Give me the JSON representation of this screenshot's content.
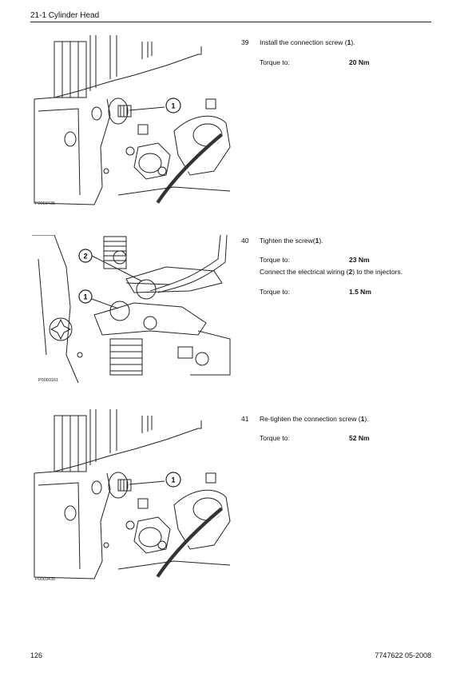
{
  "header": {
    "title": "21-1 Cylinder Head"
  },
  "figures": [
    {
      "id": "P0003435",
      "callouts": [
        "1"
      ]
    },
    {
      "id": "P0003161",
      "callouts": [
        "2",
        "1"
      ]
    },
    {
      "id": "P0003435",
      "callouts": [
        "1"
      ]
    }
  ],
  "steps": [
    {
      "number": "39",
      "text_before": "Install the connection screw (",
      "ref": "1",
      "text_after": ").",
      "torque_label": "Torque to:",
      "torque_value": "20 Nm"
    },
    {
      "number": "40",
      "text_before": "Tighten the screw(",
      "ref": "1",
      "text_after": ").",
      "torque_label": "Torque to:",
      "torque_value": "23 Nm",
      "note_before": "Connect the electrical wiring (",
      "note_ref": "2",
      "note_after": ") to the injectors.",
      "torque_label_2": "Torque to:",
      "torque_value_2": "1.5 Nm"
    },
    {
      "number": "41",
      "text_before": "Re-tighten the connection screw (",
      "ref": "1",
      "text_after": ").",
      "torque_label": "Torque to:",
      "torque_value": "52 Nm"
    }
  ],
  "footer": {
    "page_number": "126",
    "doc_ref": "7747622 05-2008"
  }
}
